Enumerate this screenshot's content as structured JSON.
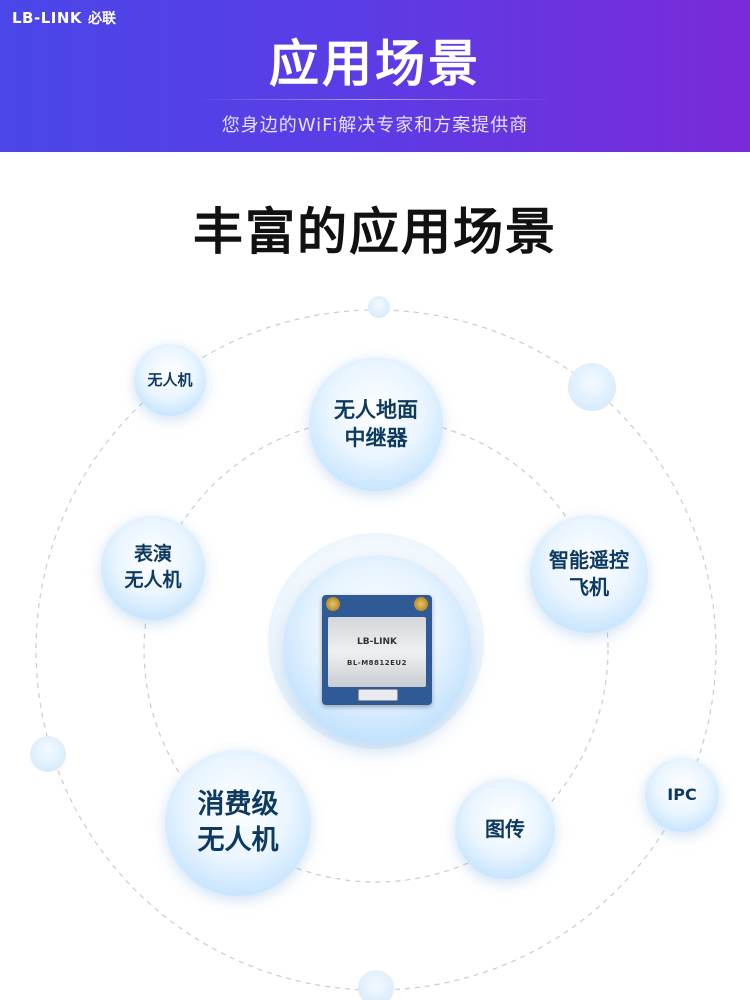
{
  "brand": {
    "logo_text": "LB-LINK",
    "cn_name": "必联"
  },
  "header": {
    "title": "应用场景",
    "subtitle": "您身边的WiFi解决专家和方案提供商"
  },
  "section": {
    "title": "丰富的应用场景"
  },
  "module": {
    "brand": "LB-LINK",
    "model": "BL-M8812EU2"
  },
  "scenarios": [
    {
      "label": "无人机"
    },
    {
      "label": "无人地面\n中继器"
    },
    {
      "label": "表演\n无人机"
    },
    {
      "label": "智能遥控\n飞机"
    },
    {
      "label": "消费级\n无人机"
    },
    {
      "label": "图传"
    },
    {
      "label": "IPC"
    }
  ],
  "colors": {
    "header_gradient_start": "#4a46e8",
    "header_gradient_end": "#7a2ad8",
    "bubble_text": "#0d3a5e",
    "orbit_line": "#c9ccd0"
  }
}
